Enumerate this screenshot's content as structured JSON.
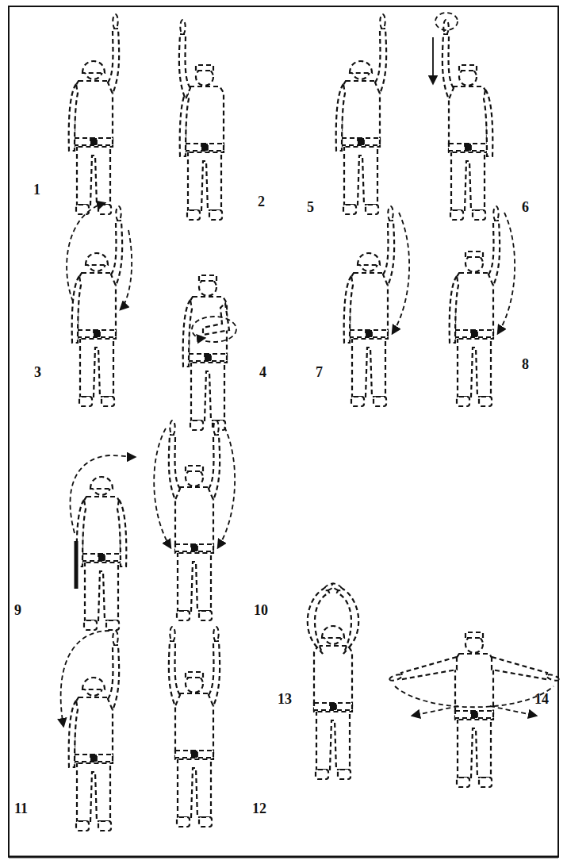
{
  "diagram": {
    "labels": [
      "1",
      "2",
      "5",
      "6",
      "3",
      "4",
      "7",
      "8",
      "9",
      "10",
      "11",
      "12",
      "13",
      "14"
    ]
  }
}
